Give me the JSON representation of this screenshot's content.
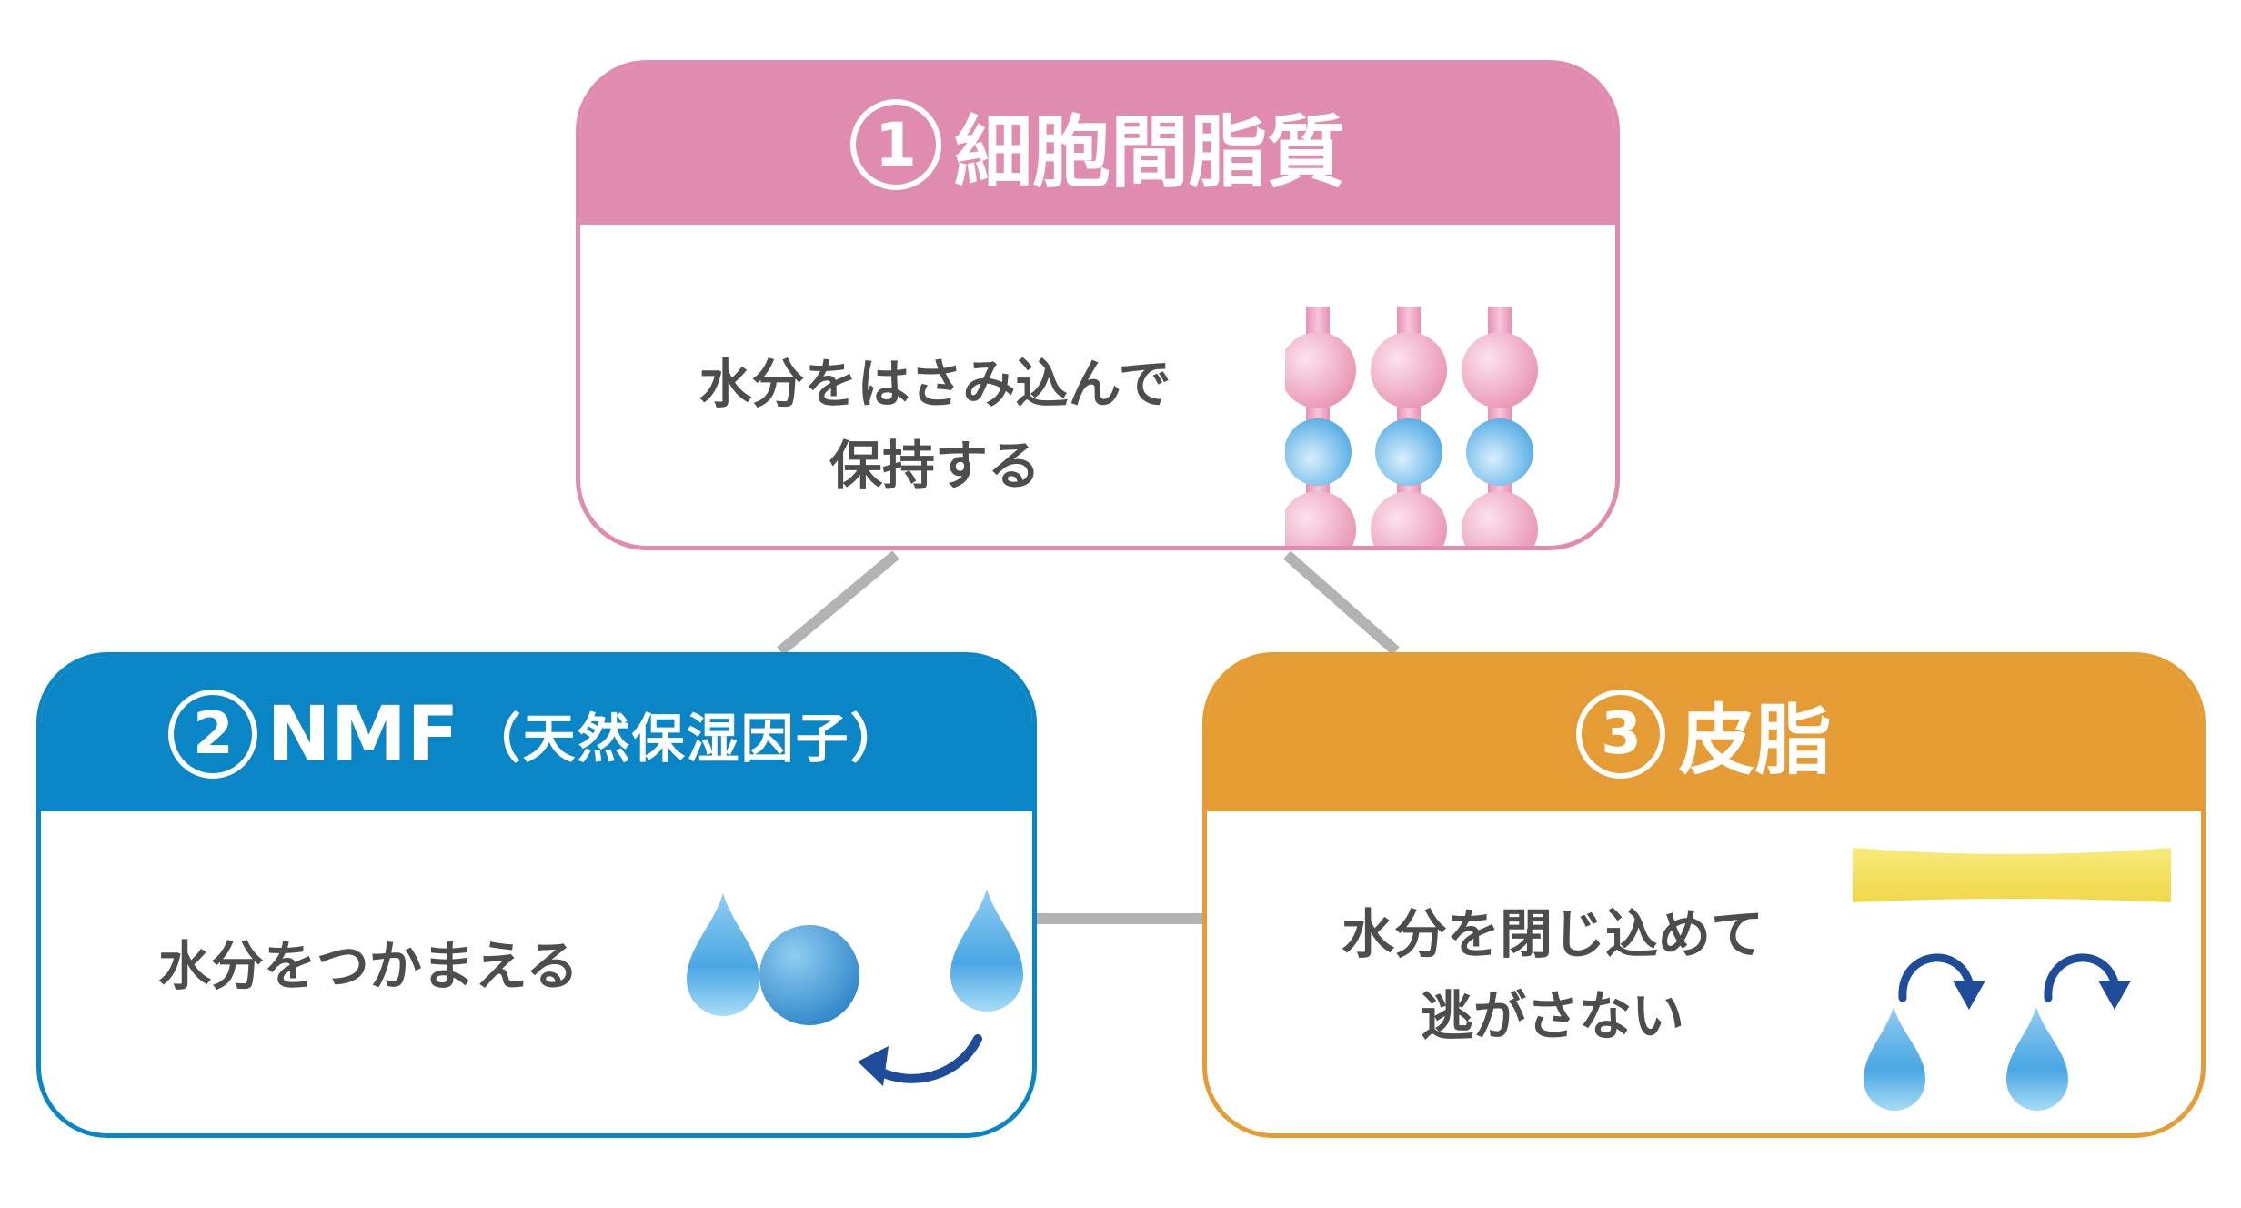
{
  "colors": {
    "pink": "#df8cb0",
    "blue": "#0a86c6",
    "orange": "#e69c35",
    "connector": "#b3b3b3",
    "text": "#4d4d4d",
    "droplet": "#5fb4e8",
    "arrow": "#1e4c9a",
    "sebum": "#f4e25a"
  },
  "cards": [
    {
      "number": "1",
      "title": "細胞間脂質",
      "description_lines": [
        "水分をはさみ込んで",
        "保持する"
      ],
      "illustration": "lipid-layers-with-water"
    },
    {
      "number": "2",
      "title": "NMF",
      "subtitle": "（天然保湿因子）",
      "description_lines": [
        "水分をつかまえる"
      ],
      "illustration": "nmf-capturing-droplet"
    },
    {
      "number": "3",
      "title": "皮脂",
      "description_lines": [
        "水分を閉じ込めて",
        "逃がさない"
      ],
      "illustration": "sebum-film-with-droplets"
    }
  ]
}
